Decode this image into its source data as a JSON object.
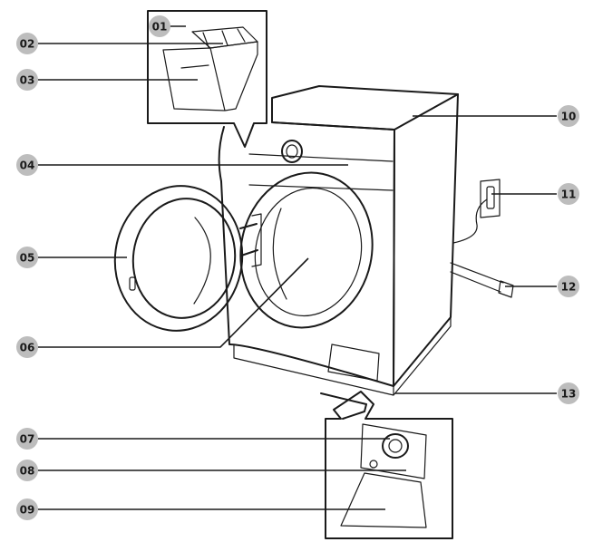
{
  "callouts": [
    {
      "id": "01",
      "label": "01"
    },
    {
      "id": "02",
      "label": "02"
    },
    {
      "id": "03",
      "label": "03"
    },
    {
      "id": "04",
      "label": "04"
    },
    {
      "id": "05",
      "label": "05"
    },
    {
      "id": "06",
      "label": "06"
    },
    {
      "id": "07",
      "label": "07"
    },
    {
      "id": "08",
      "label": "08"
    },
    {
      "id": "09",
      "label": "09"
    },
    {
      "id": "10",
      "label": "10"
    },
    {
      "id": "11",
      "label": "11"
    },
    {
      "id": "12",
      "label": "12"
    },
    {
      "id": "13",
      "label": "13"
    }
  ],
  "colors": {
    "line": "#1a1a1a",
    "badge": "#bdbdbd",
    "background": "#ffffff"
  }
}
